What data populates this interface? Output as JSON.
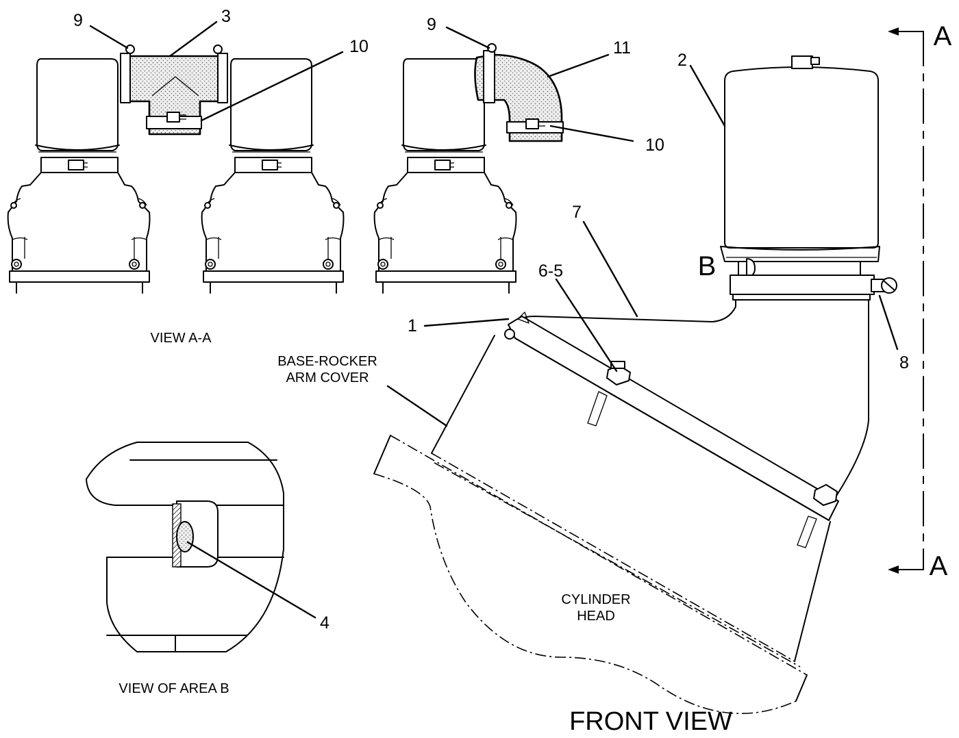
{
  "callouts": {
    "c9_left": "9",
    "c3": "3",
    "c10_left": "10",
    "c9_right": "9",
    "c11": "11",
    "c10_right": "10",
    "c2": "2",
    "c7": "7",
    "c6_5": "6-5",
    "c1": "1",
    "c8": "8",
    "c4": "4",
    "area_b": "B"
  },
  "section_marks": {
    "top": "A",
    "bottom": "A"
  },
  "labels": {
    "view_aa": "VIEW A-A",
    "base_rocker_line1": "BASE-ROCKER",
    "base_rocker_line2": "ARM COVER",
    "view_area_b": "VIEW OF AREA B",
    "cylinder_head_line1": "CYLINDER",
    "cylinder_head_line2": "HEAD",
    "front_view": "FRONT VIEW"
  }
}
